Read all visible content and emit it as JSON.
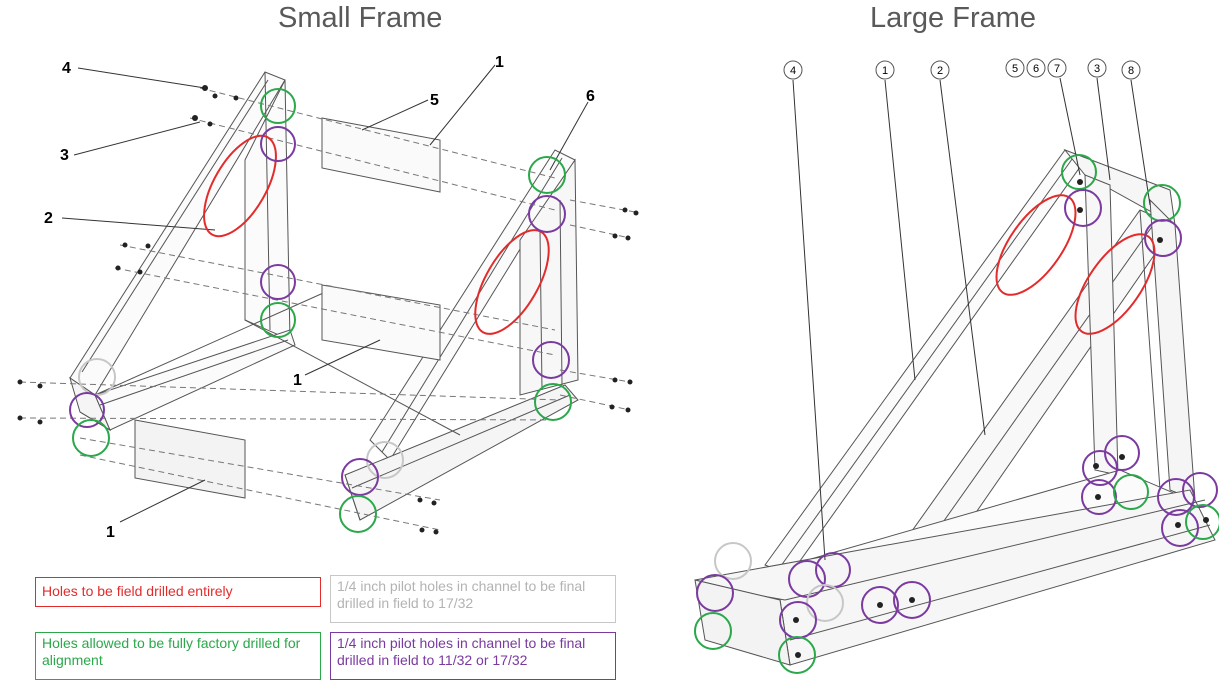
{
  "titles": {
    "small": "Small Frame",
    "large": "Large Frame"
  },
  "small_frame_labels": [
    "4",
    "3",
    "2",
    "5",
    "1",
    "6",
    "1",
    "1"
  ],
  "large_frame_labels": [
    "4",
    "1",
    "2",
    "5",
    "6",
    "7",
    "3",
    "8"
  ],
  "legend": {
    "red": "Holes to be field drilled entirely",
    "gray": "1/4 inch pilot holes in channel to be final drilled in field to 17/32",
    "green": "Holes allowed to be fully factory drilled for alignment",
    "purple": "1/4 inch pilot holes in channel to be final drilled in field to 11/32 or 17/32"
  },
  "colors": {
    "red": "#e32b2b",
    "green": "#2aa84a",
    "purple": "#7a3aa0",
    "gray": "#c7c7c7",
    "line": "#555555"
  }
}
